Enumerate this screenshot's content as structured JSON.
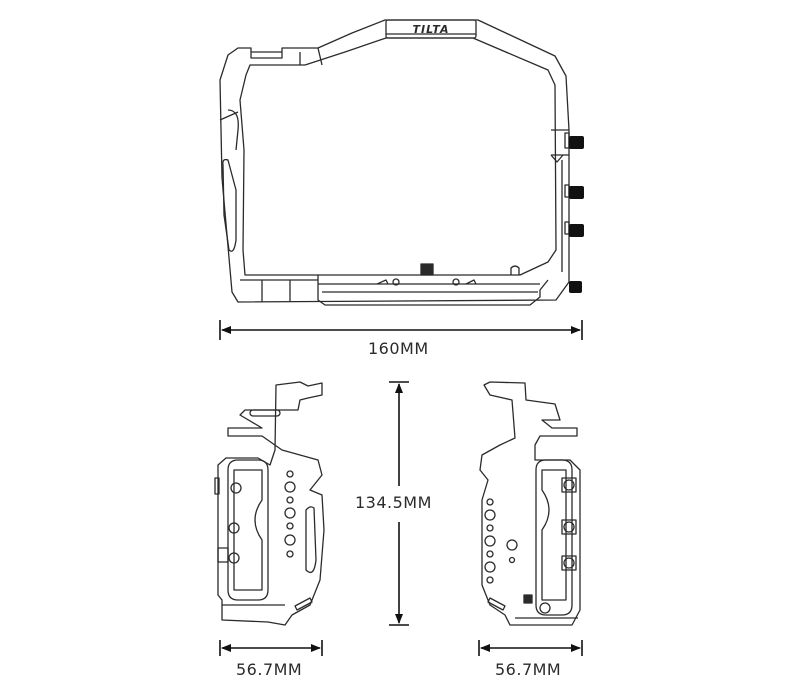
{
  "diagram": {
    "type": "technical-dimension-drawing",
    "subject": "camera cage",
    "brand_mark": "TILTA",
    "views": [
      {
        "name": "front-view",
        "dimension_label": "160MM",
        "dimension_axis": "horizontal"
      },
      {
        "name": "left-side-view",
        "dimension_label": "56.7MM",
        "dimension_axis": "horizontal"
      },
      {
        "name": "right-side-view",
        "dimension_label": "56.7MM",
        "dimension_axis": "horizontal"
      }
    ],
    "height_dimension": {
      "label": "134.5MM",
      "dimension_axis": "vertical"
    }
  },
  "colors": {
    "line": "#2b2b2b",
    "background": "#ffffff",
    "knob": "#111111"
  }
}
